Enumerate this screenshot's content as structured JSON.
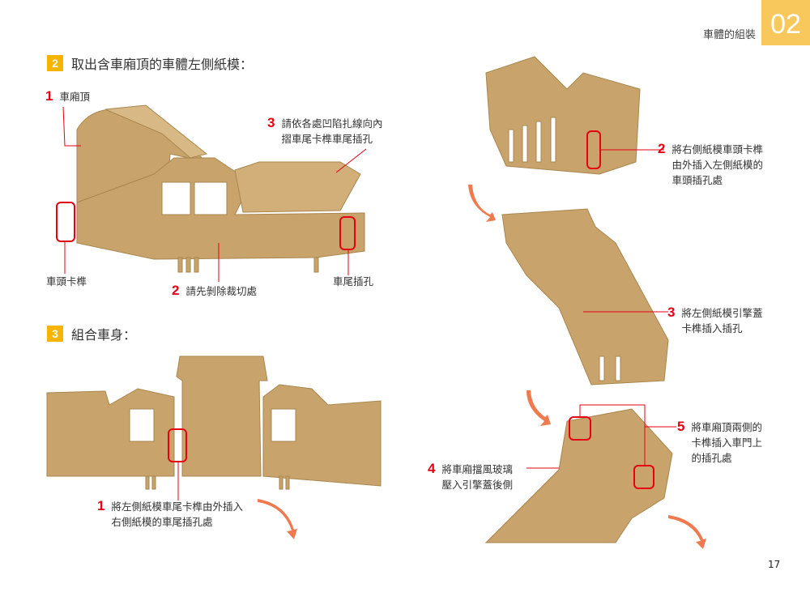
{
  "header": {
    "chapter_title": "車體的組裝",
    "chapter_number": "02"
  },
  "step2": {
    "badge": "2",
    "title": "取出含車廂頂的車體左側紙模：",
    "notes": [
      {
        "num": "1",
        "text": "車廂頂"
      },
      {
        "num": "3",
        "lines": [
          "請依各處凹陷扎線向內",
          "摺車尾卡榫車尾插孔"
        ]
      },
      {
        "num": "2",
        "text": "請先剝除裁切處"
      }
    ],
    "labels": {
      "front_tab": "車頭卡榫",
      "rear_hole": "車尾插孔"
    }
  },
  "step3": {
    "badge": "3",
    "title": "組合車身：",
    "notes": [
      {
        "num": "1",
        "lines": [
          "將左側紙模車尾卡榫由外插入",
          "右側紙模的車尾插孔處"
        ]
      }
    ]
  },
  "right": {
    "notes": [
      {
        "num": "2",
        "lines": [
          "將右側紙模車頭卡榫",
          "由外插入左側紙模的",
          "車頭插孔處"
        ]
      },
      {
        "num": "3",
        "lines": [
          "將左側紙模引擎蓋",
          "卡榫插入插孔"
        ]
      },
      {
        "num": "5",
        "lines": [
          "將車廂頂兩側的",
          "卡榫插入車門上",
          "的插孔處"
        ]
      },
      {
        "num": "4",
        "lines": [
          "將車廂擋風玻璃",
          "壓入引擎蓋後側"
        ]
      }
    ]
  },
  "page_number": "17",
  "colors": {
    "accent": "#f5b400",
    "red": "#e60012",
    "cardboard": "#c8a46c",
    "arrow": "#f07a50"
  }
}
